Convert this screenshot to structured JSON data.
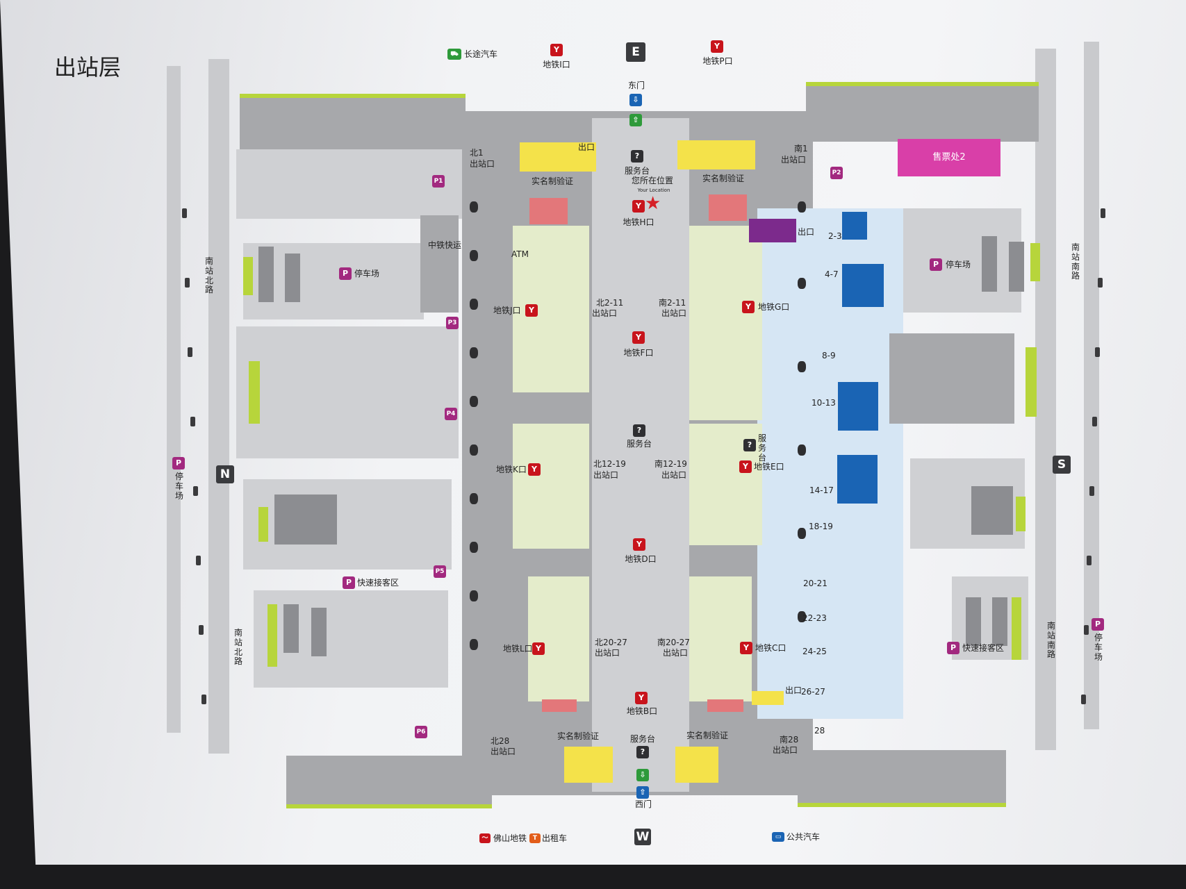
{
  "title": "出站层",
  "compass": {
    "east": "E",
    "west": "W",
    "north": "N",
    "south": "S"
  },
  "top": {
    "bus_long": "长途汽车",
    "metro_i": "地铁I口",
    "metro_p": "地铁P口",
    "east_gate": "东门"
  },
  "bottom": {
    "foshan_metro": "佛山地铁",
    "taxi": "出租车",
    "bus": "公共汽车",
    "west_gate": "西门"
  },
  "center": {
    "service_desk_top": "服务台",
    "you_are_here": "您所在位置",
    "you_are_here_en": "Your Location",
    "metro_h": "地铁H口",
    "metro_f": "地铁F口",
    "service_desk_mid": "服务台",
    "metro_d": "地铁D口",
    "metro_b": "地铁B口",
    "service_desk_bottom": "服务台"
  },
  "checks": {
    "rn_top_left": "实名制验证",
    "rn_top_right": "实名制验证",
    "rn_bottom_left": "实名制验证",
    "rn_bottom_right": "实名制验证",
    "exit_small": "出口"
  },
  "north_exits": {
    "n1": "北1",
    "n1_exit": "出站口",
    "n2_11": "北2-11",
    "n2_11_exit": "出站口",
    "n12_19": "北12-19",
    "n12_19_exit": "出站口",
    "n20_27": "北20-27",
    "n20_27_exit": "出站口",
    "n28": "北28",
    "n28_exit": "出站口"
  },
  "south_exits": {
    "s1": "南1",
    "s1_exit": "出站口",
    "s2_11": "南2-11",
    "s2_11_exit": "出站口",
    "s12_19": "南12-19",
    "s12_19_exit": "出站口",
    "s20_27": "南20-27",
    "s20_27_exit": "出站口",
    "s28": "南28",
    "s28_exit": "出站口"
  },
  "metro_left": {
    "j": "地铁J口",
    "k": "地铁K口",
    "l": "地铁L口"
  },
  "metro_right": {
    "g": "地铁G口",
    "e": "地铁E口",
    "c": "地铁C口"
  },
  "left_area": {
    "express": "中铁快运",
    "atm": "ATM",
    "parking": "停车场",
    "quick_pickup": "快速接客区",
    "road1": "南站北路",
    "road2": "南站北路",
    "parking_vert": "停车场"
  },
  "right_area": {
    "ticket_office": "售票处2",
    "parking": "停车场",
    "quick_pickup": "快速接客区",
    "road1": "南站南路",
    "road2": "南站南路",
    "parking_vert": "停车场",
    "service_vert": "服务台",
    "exit_label": "出口",
    "exit_label2": "出口"
  },
  "platforms": [
    "2-3",
    "4-7",
    "8-9",
    "10-13",
    "14-17",
    "18-19",
    "20-21",
    "22-23",
    "24-25",
    "26-27",
    "28"
  ],
  "parking_badges": {
    "p1": "P1",
    "p2": "P2",
    "p3": "P3",
    "p4": "P4",
    "p5": "P5",
    "p6": "P6"
  }
}
